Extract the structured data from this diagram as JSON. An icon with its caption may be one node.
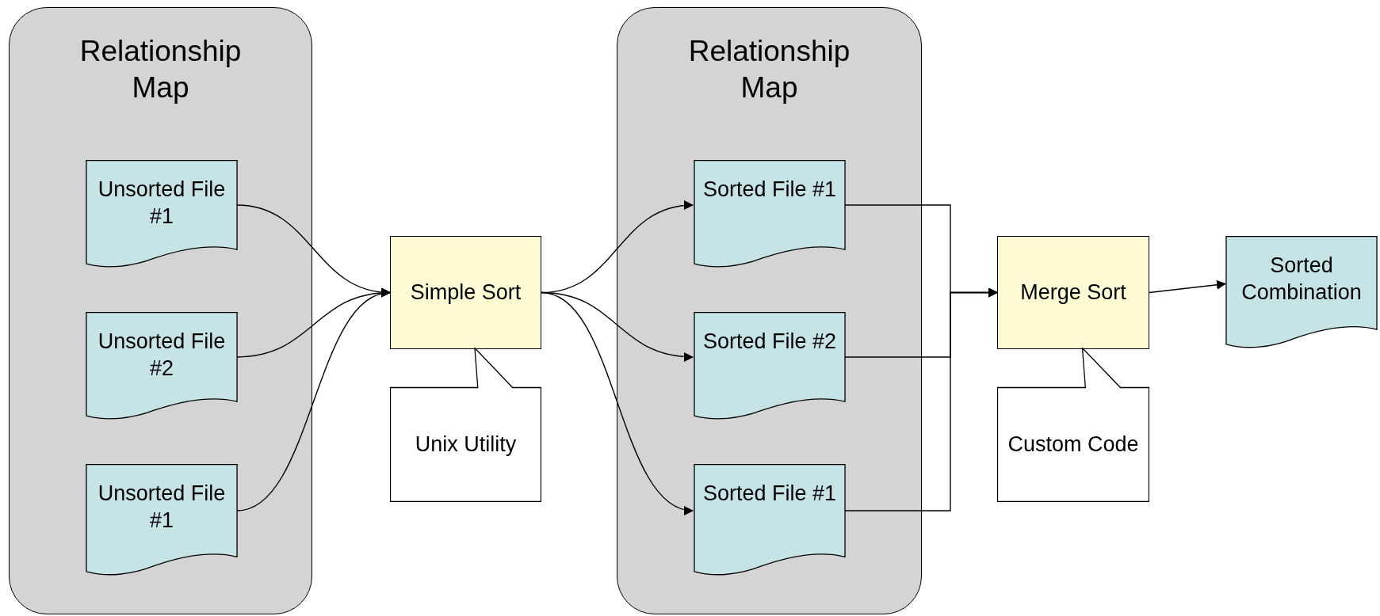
{
  "diagram": {
    "nodes": [
      {
        "text": [
          "Relationship Map"
        ]
      },
      {
        "text": [
          "Unsorted File #1"
        ],
        "in": 0
      },
      {
        "text": [
          "Unsorted File #2"
        ],
        "in": 0
      },
      {
        "text": [
          "Unsorted File #1"
        ],
        "in": 0
      },
      {
        "text": [
          "Simple Sort"
        ]
      },
      {
        "text": [
          "Unix Utility"
        ]
      },
      {
        "text": [
          "Relationship Map"
        ]
      },
      {
        "text": [
          "Sorted File #1"
        ],
        "in": 6
      },
      {
        "text": [
          "Sorted File #2"
        ],
        "in": 6
      },
      {
        "text": [
          "Sorted File #1"
        ],
        "in": 6
      },
      {
        "text": [
          "Merge Sort"
        ]
      },
      {
        "text": [
          "Custom Code"
        ]
      },
      {
        "text": [
          "Sorted Combination"
        ]
      }
    ],
    "edges": [
      {
        "from": 1,
        "to": 4,
        "arrow": "to"
      },
      {
        "from": 2,
        "to": 4,
        "arrow": "to"
      },
      {
        "from": 3,
        "to": 4,
        "arrow": "to"
      },
      {
        "from": 4,
        "to": 7,
        "arrow": "to"
      },
      {
        "from": 4,
        "to": 8,
        "arrow": "to"
      },
      {
        "from": 4,
        "to": 9,
        "arrow": "to"
      },
      {
        "from": 7,
        "to": 10,
        "arrow": "to"
      },
      {
        "from": 8,
        "to": 10,
        "arrow": "to"
      },
      {
        "from": 9,
        "to": 10,
        "arrow": "to"
      },
      {
        "from": 10,
        "to": 12,
        "arrow": "to"
      }
    ]
  }
}
